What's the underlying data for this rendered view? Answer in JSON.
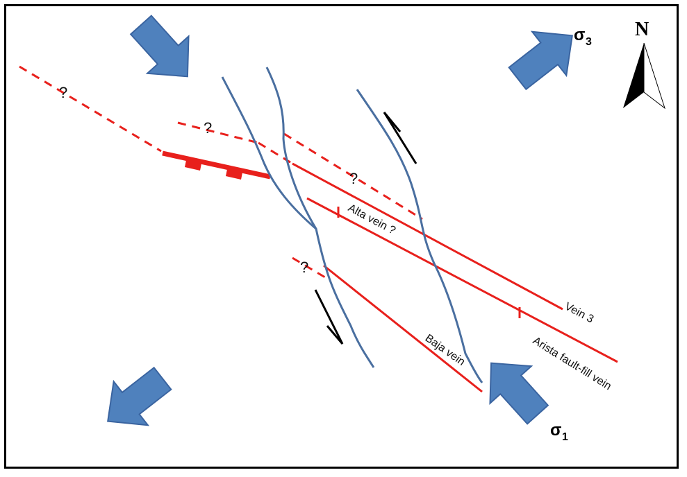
{
  "colors": {
    "vein": "#e8201c",
    "fault": "#4a6fa0",
    "arrow": "#4f81bd",
    "arrow_stroke": "#3a64a0",
    "shear": "#000000"
  },
  "labels": {
    "alta": "Alta vein ?",
    "vein3": "Vein 3",
    "arista": "Arista fault-fill vein",
    "baja": "Baja vein",
    "question": "?"
  },
  "stress": {
    "sigma3_symbol": "σ",
    "sigma3_sub": "3",
    "sigma1_symbol": "σ",
    "sigma1_sub": "1"
  },
  "compass": {
    "north_label": "N",
    "icon": "north-arrow-icon"
  }
}
